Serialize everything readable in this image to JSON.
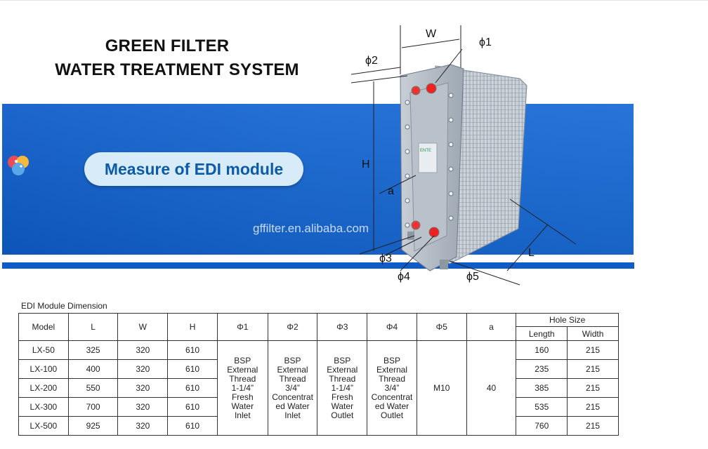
{
  "header": {
    "title_line1": "GREEN FILTER",
    "title_line2": "WATER TREATMENT SYSTEM"
  },
  "banner": {
    "pill_text": "Measure of EDI module",
    "watermark": "gffilter.en.alibaba.com",
    "color": "#1767d2"
  },
  "diagram": {
    "labels": {
      "w": "W",
      "phi1": "ϕ1",
      "phi2": "ϕ2",
      "h": "H",
      "a": "a",
      "phi3": "ϕ3",
      "phi4": "ϕ4",
      "phi5": "ϕ5",
      "l": "L"
    },
    "device_brand": "ENTE"
  },
  "table": {
    "caption": "EDI Module Dimension",
    "headers": [
      "Model",
      "L",
      "W",
      "H",
      "Φ1",
      "Φ2",
      "Φ3",
      "Φ4",
      "Φ5",
      "a"
    ],
    "hole_size": "Hole Size",
    "hole_sub": [
      "Length",
      "Width"
    ],
    "rows": [
      {
        "model": "LX-50",
        "l": "325",
        "w": "320",
        "h": "610",
        "hl": "160",
        "hw": "215"
      },
      {
        "model": "LX-100",
        "l": "400",
        "w": "320",
        "h": "610",
        "hl": "235",
        "hw": "215"
      },
      {
        "model": "LX-200",
        "l": "550",
        "w": "320",
        "h": "610",
        "hl": "385",
        "hw": "215"
      },
      {
        "model": "LX-300",
        "l": "700",
        "w": "320",
        "h": "610",
        "hl": "535",
        "hw": "215"
      },
      {
        "model": "LX-500",
        "l": "925",
        "w": "320",
        "h": "610",
        "hl": "760",
        "hw": "215"
      }
    ],
    "phi1": [
      "BSP",
      "External",
      "Thread",
      "1-1/4”",
      "Fresh",
      "Water",
      "Inlet"
    ],
    "phi2": [
      "BSP",
      "External",
      "Thread",
      "3/4”",
      "Concentrat",
      "ed Water",
      "Inlet"
    ],
    "phi3": [
      "BSP",
      "External",
      "Thread",
      "1-1/4”",
      "Fresh",
      "Water",
      "Outlet"
    ],
    "phi4": [
      "BSP",
      "External",
      "Thread",
      "3/4”",
      "Concentrat",
      "ed Water",
      "Outlet"
    ],
    "phi5": "M10",
    "a": "40"
  }
}
